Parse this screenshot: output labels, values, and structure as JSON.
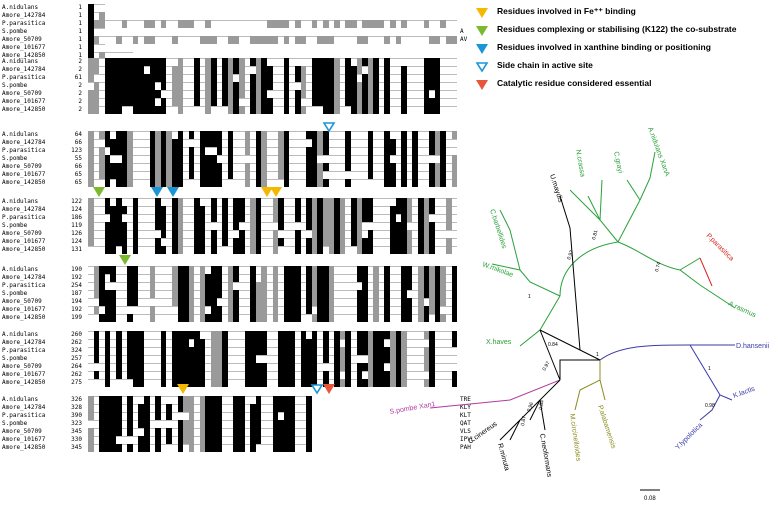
{
  "legend": [
    {
      "label": "Residues involved in Fe⁺⁺ binding",
      "color": "#f5b800",
      "style": "filled",
      "icon": "triangle-down-icon"
    },
    {
      "label": "Residues complexing or stabilising (K122) the co-substrate",
      "color": "#7db92e",
      "style": "filled",
      "icon": "triangle-down-icon"
    },
    {
      "label": "Residues involved in xanthine binding or positioning",
      "color": "#1a96d6",
      "style": "filled",
      "icon": "triangle-down-icon"
    },
    {
      "label": "Side chain in active site",
      "color": "#1a96d6",
      "style": "outline",
      "icon": "triangle-down-outline-icon"
    },
    {
      "label": "Catalytic residue considered essential",
      "color": "#e8563a",
      "style": "filled",
      "icon": "triangle-down-icon"
    }
  ],
  "alignment": {
    "species": [
      "A.nidulans",
      "Amore_142784",
      "P.parasitica",
      "S.pombe",
      "Amore_50709",
      "Amore_101677",
      "Amore_142850"
    ],
    "blocks": [
      {
        "starts": [
          "1",
          "1",
          "1",
          "1",
          "1",
          "1",
          "1"
        ],
        "ends": [
          "",
          "",
          "",
          "A",
          "AV",
          "",
          ""
        ]
      },
      {
        "starts": [
          "2",
          "2",
          "61",
          "2",
          "2",
          "2",
          "2"
        ],
        "ends": [
          "",
          "",
          "",
          "",
          "",
          "",
          ""
        ]
      },
      {
        "starts": [
          "64",
          "66",
          "123",
          "55",
          "66",
          "65",
          "65"
        ],
        "ends": [
          "",
          "",
          "",
          "",
          "",
          "",
          ""
        ]
      },
      {
        "starts": [
          "122",
          "124",
          "186",
          "119",
          "126",
          "124",
          "131"
        ],
        "ends": [
          "",
          "",
          "",
          "",
          "",
          "",
          ""
        ]
      },
      {
        "starts": [
          "190",
          "192",
          "254",
          "187",
          "194",
          "192",
          "199"
        ],
        "ends": [
          "",
          "",
          "",
          "",
          "",
          "",
          ""
        ]
      },
      {
        "starts": [
          "260",
          "262",
          "324",
          "257",
          "264",
          "262",
          "275"
        ],
        "ends": [
          "",
          "",
          "",
          "",
          "",
          "",
          ""
        ]
      },
      {
        "starts": [
          "326",
          "328",
          "390",
          "323",
          "345",
          "330",
          "345"
        ],
        "ends": [
          "TRE",
          "KLY",
          "KLT",
          "QAT",
          "VLS",
          "IPVL",
          "PAH"
        ]
      }
    ]
  },
  "tree": {
    "leaves": [
      {
        "label": "U.maydis",
        "color": "#000000"
      },
      {
        "label": "N.crassa",
        "color": "#2aa13a"
      },
      {
        "label": "C.grayi",
        "color": "#2aa13a"
      },
      {
        "label": "A.nidulans XanA",
        "color": "#2aa13a"
      },
      {
        "label": "C.barbellides",
        "color": "#2aa13a"
      },
      {
        "label": "P.parasitica",
        "color": "#d7261e"
      },
      {
        "label": "A.rasmus",
        "color": "#2aa13a"
      },
      {
        "label": "W.mikolae",
        "color": "#2aa13a"
      },
      {
        "label": "X.haves",
        "color": "#2aa13a"
      },
      {
        "label": "D.hansenii",
        "color": "#3a3aa8"
      },
      {
        "label": "K.lactis",
        "color": "#3a3aa8"
      },
      {
        "label": "Y.lypolotica",
        "color": "#3a3aa8"
      },
      {
        "label": "S.pombe Xan1",
        "color": "#b03aa0"
      },
      {
        "label": "P.alabamensis",
        "color": "#8c8c20"
      },
      {
        "label": "M.circinelloides",
        "color": "#8c8c20"
      },
      {
        "label": "C.cinereus",
        "color": "#000000"
      },
      {
        "label": "C.neoformans",
        "color": "#000000"
      },
      {
        "label": "R.minuta",
        "color": "#000000"
      }
    ],
    "bootstrap": [
      "0.81",
      "0.97",
      "0.74",
      "1",
      "0.84",
      "0.97",
      "1",
      "0.98",
      "0.96",
      "0.84",
      "0.87",
      "1"
    ],
    "scale_label": "0.08"
  }
}
